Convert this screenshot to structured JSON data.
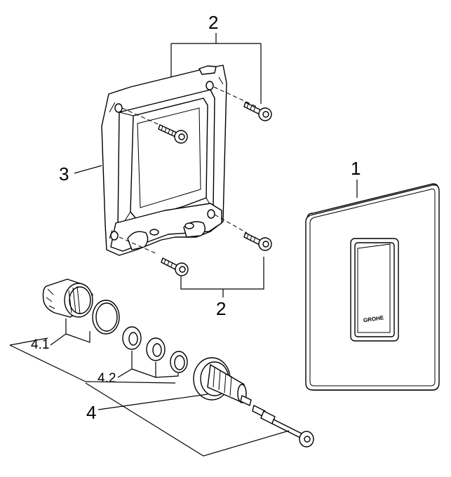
{
  "callouts": {
    "cover_plate": "1",
    "screws_top": "2",
    "screws_bottom": "2",
    "mounting_frame": "3",
    "valve_assembly": "4",
    "sub_4_1": "4.1",
    "sub_4_2": "4.2"
  },
  "plate_logo": "GROHE"
}
